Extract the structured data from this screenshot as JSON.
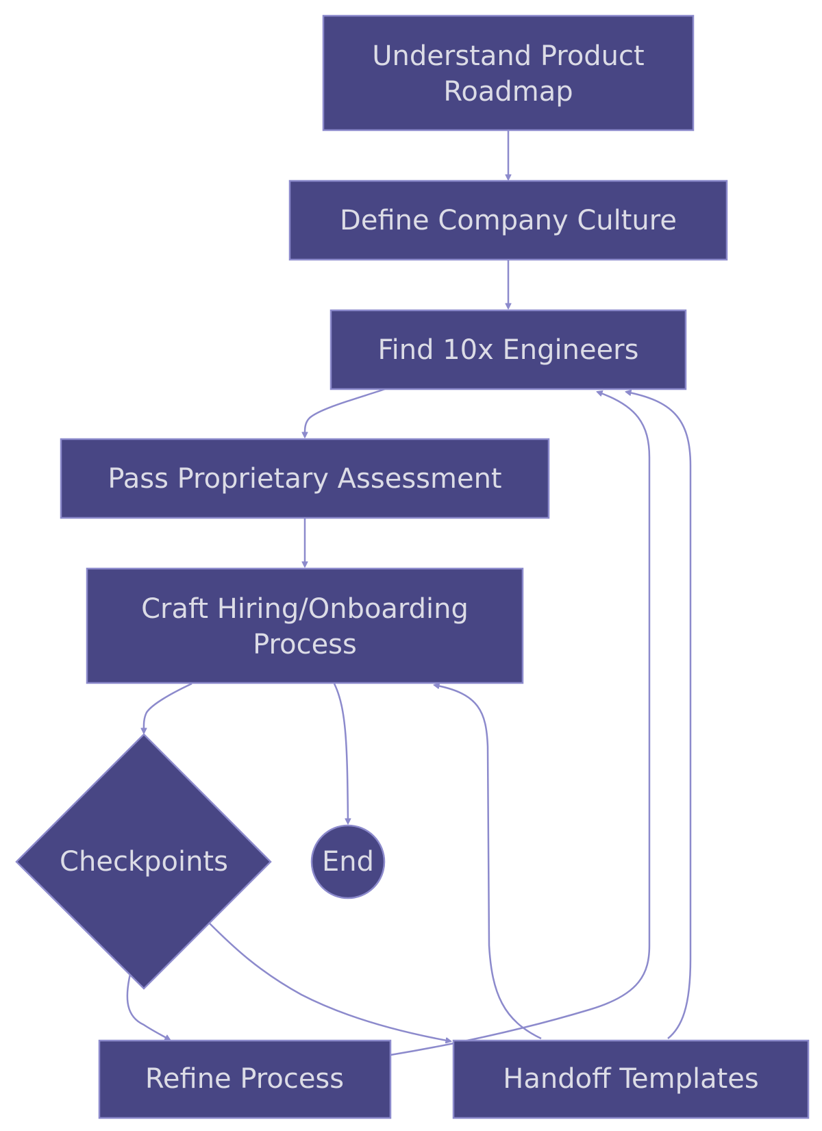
{
  "nodes": {
    "understand_roadmap": {
      "line1": "Understand Product",
      "line2": "Roadmap"
    },
    "define_culture": {
      "label": "Define Company Culture"
    },
    "find_engineers": {
      "label": "Find 10x Engineers"
    },
    "pass_assessment": {
      "label": "Pass Proprietary Assessment"
    },
    "craft_process": {
      "line1": "Craft Hiring/Onboarding",
      "line2": "Process"
    },
    "checkpoints": {
      "label": "Checkpoints"
    },
    "end": {
      "label": "End"
    },
    "refine_process": {
      "label": "Refine Process"
    },
    "handoff_templates": {
      "label": "Handoff Templates"
    }
  },
  "colors": {
    "node_fill": "#484684",
    "node_stroke": "#8c8acc",
    "node_text": "#dcdce6",
    "edge": "#8c8acc",
    "background": "#ffffff"
  }
}
